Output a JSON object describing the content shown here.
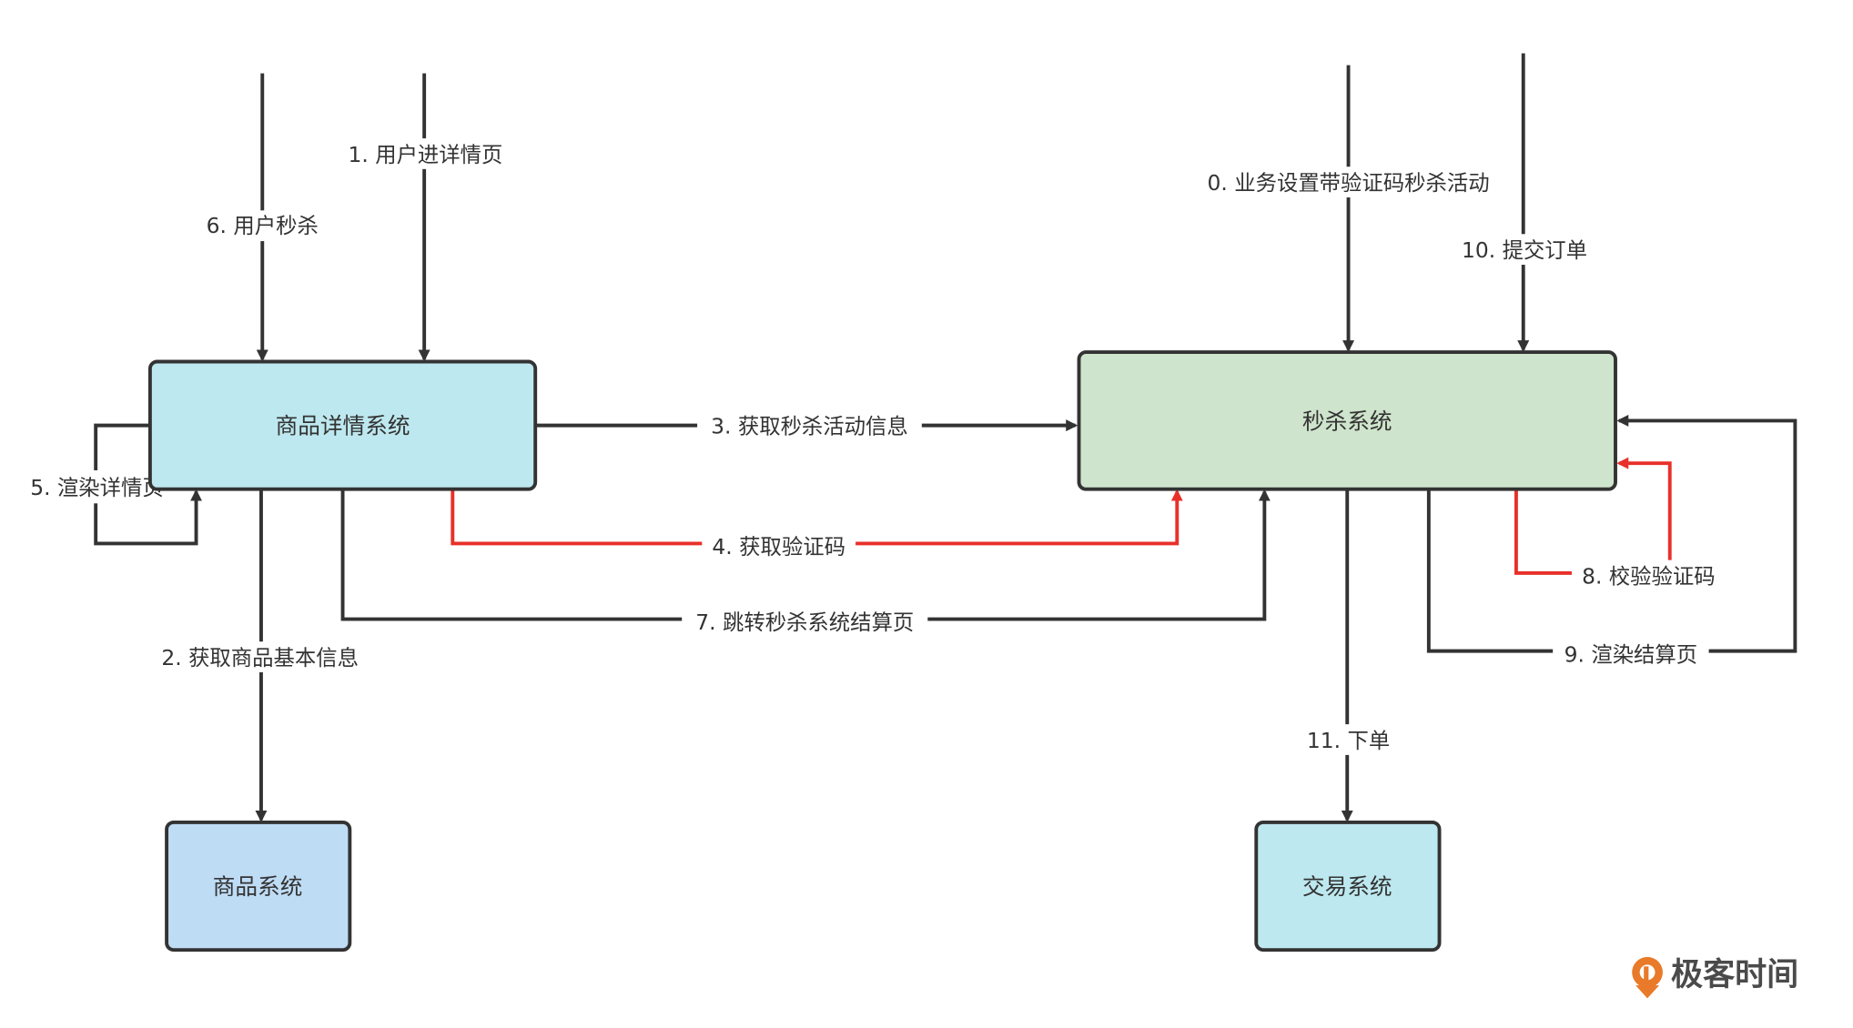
{
  "colors": {
    "line": "#333333",
    "highlight": "#e8302a",
    "label_bg": "#ffffff",
    "logo_orange": "#e87a2a"
  },
  "nodes": [
    {
      "id": "detail",
      "label": "商品详情系统",
      "fill": "#bee8ef"
    },
    {
      "id": "seckill",
      "label": "秒杀系统",
      "fill": "#cfe4cc"
    },
    {
      "id": "product",
      "label": "商品系统",
      "fill": "#bfdcf5"
    },
    {
      "id": "trade",
      "label": "交易系统",
      "fill": "#bee8ef"
    }
  ],
  "edges": [
    {
      "id": "e0",
      "label": "0. 业务设置带验证码秒杀活动",
      "from": "external",
      "to": "seckill",
      "highlight": false
    },
    {
      "id": "e1",
      "label": "1. 用户进详情页",
      "from": "external",
      "to": "detail",
      "highlight": false
    },
    {
      "id": "e2",
      "label": "2. 获取商品基本信息",
      "from": "detail",
      "to": "product",
      "highlight": false
    },
    {
      "id": "e3",
      "label": "3. 获取秒杀活动信息",
      "from": "detail",
      "to": "seckill",
      "highlight": false
    },
    {
      "id": "e4",
      "label": "4. 获取验证码",
      "from": "detail",
      "to": "seckill",
      "highlight": true
    },
    {
      "id": "e5",
      "label": "5. 渲染详情页",
      "from": "detail",
      "to": "detail",
      "highlight": false
    },
    {
      "id": "e6",
      "label": "6. 用户秒杀",
      "from": "external",
      "to": "detail",
      "highlight": false
    },
    {
      "id": "e7",
      "label": "7. 跳转秒杀系统结算页",
      "from": "detail",
      "to": "seckill",
      "highlight": false
    },
    {
      "id": "e8",
      "label": "8. 校验验证码",
      "from": "seckill",
      "to": "seckill",
      "highlight": true
    },
    {
      "id": "e9",
      "label": "9. 渲染结算页",
      "from": "seckill",
      "to": "seckill",
      "highlight": false
    },
    {
      "id": "e10",
      "label": "10. 提交订单",
      "from": "external",
      "to": "seckill",
      "highlight": false
    },
    {
      "id": "e11",
      "label": "11. 下单",
      "from": "seckill",
      "to": "trade",
      "highlight": false
    }
  ],
  "logo": {
    "icon": "geektime-logo-icon",
    "text": "极客时间"
  }
}
